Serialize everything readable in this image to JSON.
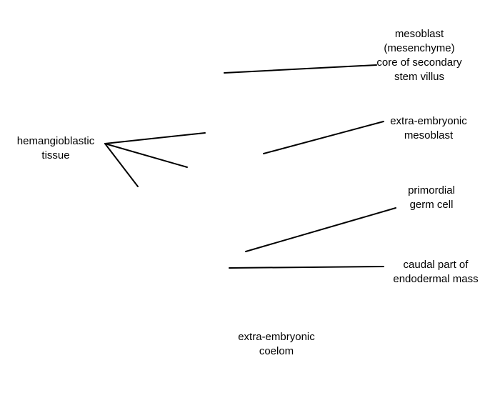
{
  "labels": {
    "mesoblast": [
      "mesoblast",
      "(mesenchyme)",
      "core of secondary",
      "stem villus"
    ],
    "extra_embryonic_mesoblast": [
      "extra-embryonic",
      "mesoblast"
    ],
    "hemangioblastic_tissue": [
      "hemangioblastic",
      "tissue"
    ],
    "primordial_germ_cell": [
      "primordial",
      "germ cell"
    ],
    "caudal_endodermal_mass": [
      "caudal part of",
      "endodermal mass"
    ],
    "extra_embryonic_coelom": [
      "extra-embryonic",
      "coelom"
    ]
  },
  "colors": {
    "line": "#000000",
    "text": "#000000",
    "background": "#ffffff"
  }
}
